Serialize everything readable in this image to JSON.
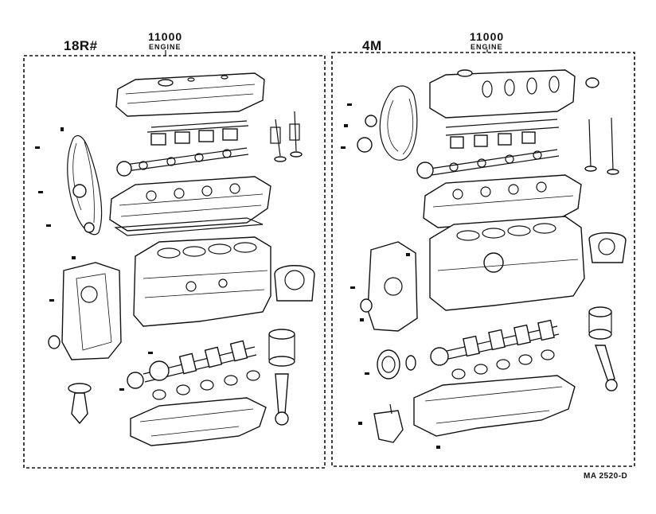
{
  "left_panel": {
    "model_label": "18R#",
    "part_number": "11000",
    "part_name": "ENGINE"
  },
  "right_panel": {
    "model_label": "4M",
    "part_number": "11000",
    "part_name": "ENGINE"
  },
  "reference_code": "MA 2520-D",
  "colors": {
    "ink": "#111111",
    "paper": "#ffffff"
  }
}
